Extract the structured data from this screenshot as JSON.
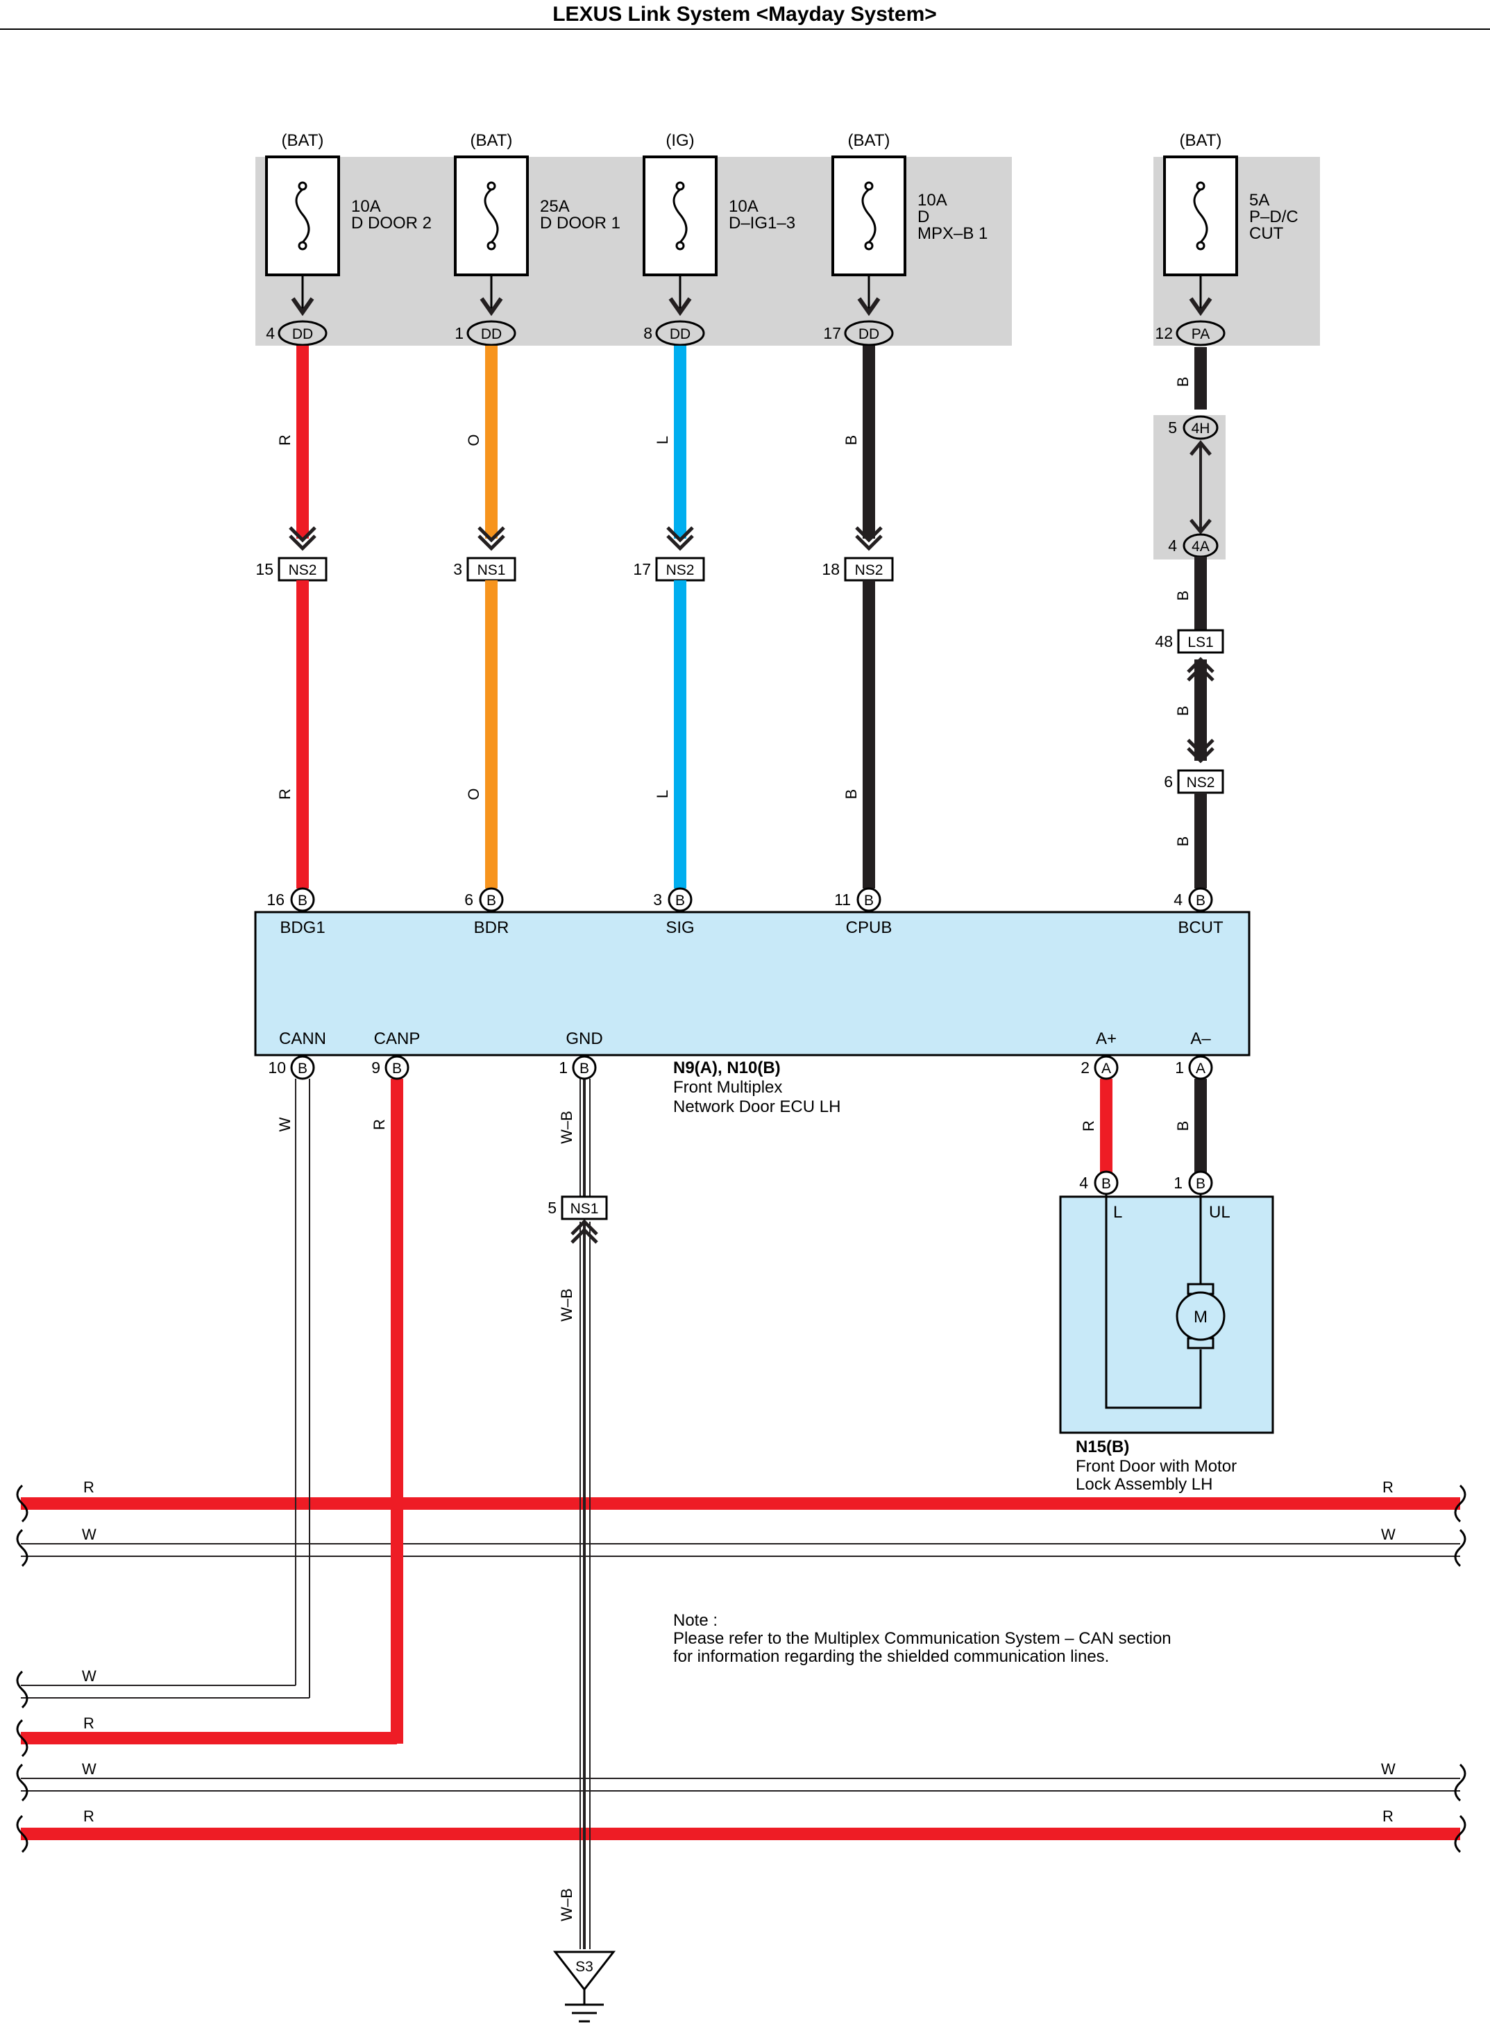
{
  "title": "LEXUS Link System <Mayday System>",
  "colors": {
    "R": "#ee1c25",
    "O": "#f7941d",
    "L": "#00aeef",
    "B": "#231f20",
    "W": "#ffffff",
    "panel": "#d4d4d4",
    "ecu": "#c8e9f8"
  },
  "fuses": [
    {
      "source": "(BAT)",
      "lines": [
        "10A",
        "D DOOR 2"
      ],
      "pin": "4",
      "conn": "DD"
    },
    {
      "source": "(BAT)",
      "lines": [
        "25A",
        "D DOOR 1"
      ],
      "pin": "1",
      "conn": "DD"
    },
    {
      "source": "(IG)",
      "lines": [
        "10A",
        "D–IG1–3"
      ],
      "pin": "8",
      "conn": "DD"
    },
    {
      "source": "(BAT)",
      "lines": [
        "10A",
        "D",
        "MPX–B 1"
      ],
      "pin": "17",
      "conn": "DD"
    },
    {
      "source": "(BAT)",
      "lines": [
        "5A",
        "P–D/C",
        "CUT"
      ],
      "pin": "12",
      "conn": "PA"
    }
  ],
  "wires": [
    {
      "color": "R",
      "label_upper": "R",
      "label_lower": "R",
      "ns_pin": "15",
      "ns": "NS2",
      "ecu_pin": "16",
      "ecu_conn": "B",
      "terminal": "BDG1"
    },
    {
      "color": "O",
      "label_upper": "O",
      "label_lower": "O",
      "ns_pin": "3",
      "ns": "NS1",
      "ecu_pin": "6",
      "ecu_conn": "B",
      "terminal": "BDR"
    },
    {
      "color": "L",
      "label_upper": "L",
      "label_lower": "L",
      "ns_pin": "17",
      "ns": "NS2",
      "ecu_pin": "3",
      "ecu_conn": "B",
      "terminal": "SIG"
    },
    {
      "color": "B",
      "label_upper": "B",
      "label_lower": "B",
      "ns_pin": "18",
      "ns": "NS2",
      "ecu_pin": "11",
      "ecu_conn": "B",
      "terminal": "CPUB"
    }
  ],
  "bcut_path": {
    "label_top": "B",
    "conn_4h": {
      "pin": "5",
      "conn": "4H"
    },
    "conn_4a": {
      "pin": "4",
      "conn": "4A"
    },
    "label_mid": "B",
    "ls1": {
      "pin": "48",
      "conn": "LS1"
    },
    "label_ls": "B",
    "ns2": {
      "pin": "6",
      "conn": "NS2"
    },
    "label_bottom": "B",
    "ecu_pin": "4",
    "ecu_conn": "B",
    "terminal": "BCUT"
  },
  "ecu": {
    "name_line1": "N9(A), N10(B)",
    "name_line2": "Front Multiplex",
    "name_line3": "Network Door ECU LH",
    "bottom": [
      {
        "terminal": "CANN",
        "pin": "10",
        "conn": "B",
        "wire": "W"
      },
      {
        "terminal": "CANP",
        "pin": "9",
        "conn": "B",
        "wire": "R"
      },
      {
        "terminal": "GND",
        "pin": "1",
        "conn": "B",
        "wire": "W–B"
      },
      {
        "terminal": "A+",
        "pin": "2",
        "conn": "A",
        "wire": "R"
      },
      {
        "terminal": "A–",
        "pin": "1",
        "conn": "A",
        "wire": "B"
      }
    ]
  },
  "gnd": {
    "ns_pin": "5",
    "ns": "NS1",
    "wire_label_lower": "W–B",
    "wire_label_bottom": "W–B",
    "ground": "S3"
  },
  "motor": {
    "pins": [
      {
        "pin": "4",
        "conn": "B",
        "terminal": "L"
      },
      {
        "pin": "1",
        "conn": "B",
        "terminal": "UL"
      }
    ],
    "symbol": "M",
    "name_line1": "N15(B)",
    "name_line2": "Front Door with Motor",
    "name_line3": "Lock Assembly LH"
  },
  "bus_labels": {
    "r1_left": "R",
    "r1_right": "R",
    "w1_left": "W",
    "w1_right": "W",
    "w2_left": "W",
    "r2_left": "R",
    "w3_left": "W",
    "w3_right": "W",
    "r3_left": "R",
    "r3_right": "R"
  },
  "note": {
    "line1": "Note :",
    "line2": "Please refer to the Multiplex Communication System – CAN section",
    "line3": "for information regarding the shielded communication lines."
  }
}
